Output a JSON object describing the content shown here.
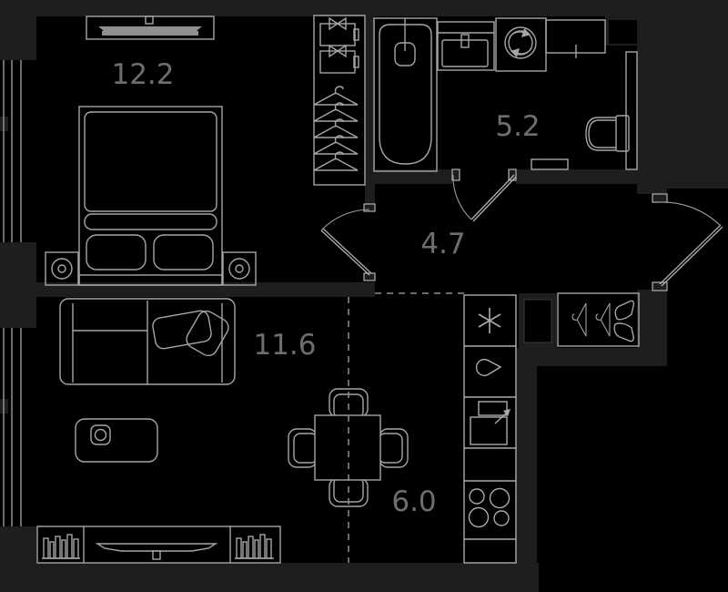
{
  "title": "apartment-floor-plan",
  "colors": {
    "background": "#000000",
    "wall": "#1e1e1e",
    "line": "#a6a6a6",
    "door_line": "#9a9a9a",
    "label": "#6e6e6e",
    "dash": "#8f8f8f"
  },
  "rooms": {
    "bedroom": {
      "label": "12.2"
    },
    "bathroom": {
      "label": "5.2"
    },
    "hallway": {
      "label": "4.7"
    },
    "living_room": {
      "label": "11.6"
    },
    "kitchen_dining": {
      "label": "6.0"
    }
  },
  "furniture_icons": [
    "double-bed",
    "nightstand",
    "bedside-lamp",
    "tv-bedroom",
    "wardrobe",
    "storage-box",
    "clothes-hanger",
    "bathtub",
    "shower-head",
    "bathroom-sink",
    "washing-machine",
    "bathroom-counter",
    "vent-duct",
    "toilet",
    "towel-radiator",
    "sofa",
    "cushions",
    "coffee-table",
    "tv-stand",
    "books",
    "tv",
    "dining-table",
    "chair",
    "fridge-snowflake",
    "kitchen-sink-drop",
    "oven",
    "stove-burners",
    "hallway-closet",
    "shoes",
    "window",
    "entrance-door",
    "bedroom-door",
    "bathroom-door",
    "zone-dashed-line"
  ]
}
